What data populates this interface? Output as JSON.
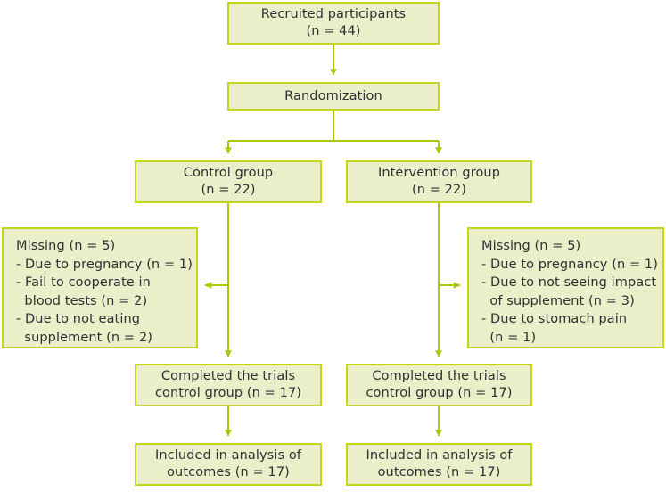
{
  "diagram": {
    "title": "CONSORT participant flow diagram",
    "colors": {
      "box_fill": "#eaefca",
      "box_border": "#c4d520",
      "connector": "#a9c90f",
      "text": "#2f3032",
      "background": "#ffffff"
    },
    "nodes": {
      "recruited": {
        "lines": [
          "Recruited participants",
          "(n = 44)"
        ]
      },
      "randomization": {
        "lines": [
          "Randomization"
        ]
      },
      "control": {
        "lines": [
          "Control group",
          "(n = 22)"
        ]
      },
      "intervention": {
        "lines": [
          "Intervention group",
          "(n = 22)"
        ]
      },
      "missing_left": {
        "lines": [
          "Missing (n = 5)",
          "- Due to pregnancy (n = 1)",
          "- Fail to cooperate in",
          "  blood tests (n = 2)",
          "- Due to not eating",
          "  supplement (n = 2)"
        ]
      },
      "missing_right": {
        "lines": [
          "Missing (n = 5)",
          "- Due to pregnancy (n = 1)",
          "- Due to not seeing impact",
          "  of supplement (n = 3)",
          "- Due to stomach pain",
          "  (n = 1)"
        ]
      },
      "completed_left": {
        "lines": [
          "Completed the trials",
          "control group (n = 17)"
        ]
      },
      "completed_right": {
        "lines": [
          "Completed the trials",
          "control group (n = 17)"
        ]
      },
      "included_left": {
        "lines": [
          "Included in analysis of",
          "outcomes (n = 17)"
        ]
      },
      "included_right": {
        "lines": [
          "Included in analysis of",
          "outcomes (n = 17)"
        ]
      }
    },
    "edges": [
      {
        "name": "recruited-to-randomization",
        "from": "recruited",
        "to": "randomization",
        "arrow": "down"
      },
      {
        "name": "randomization-to-control",
        "from": "randomization",
        "to": "control",
        "arrow": "down"
      },
      {
        "name": "randomization-to-intervention",
        "from": "randomization",
        "to": "intervention",
        "arrow": "down"
      },
      {
        "name": "control-to-missing-left",
        "from": "control",
        "to": "missing_left",
        "arrow": "left"
      },
      {
        "name": "intervention-to-missing-right",
        "from": "intervention",
        "to": "missing_right",
        "arrow": "right"
      },
      {
        "name": "control-to-completed-left",
        "from": "control",
        "to": "completed_left",
        "arrow": "down"
      },
      {
        "name": "intervention-to-completed-right",
        "from": "intervention",
        "to": "completed_right",
        "arrow": "down"
      },
      {
        "name": "completed-left-to-included-left",
        "from": "completed_left",
        "to": "included_left",
        "arrow": "down"
      },
      {
        "name": "completed-right-to-included-right",
        "from": "completed_right",
        "to": "included_right",
        "arrow": "down"
      }
    ]
  }
}
